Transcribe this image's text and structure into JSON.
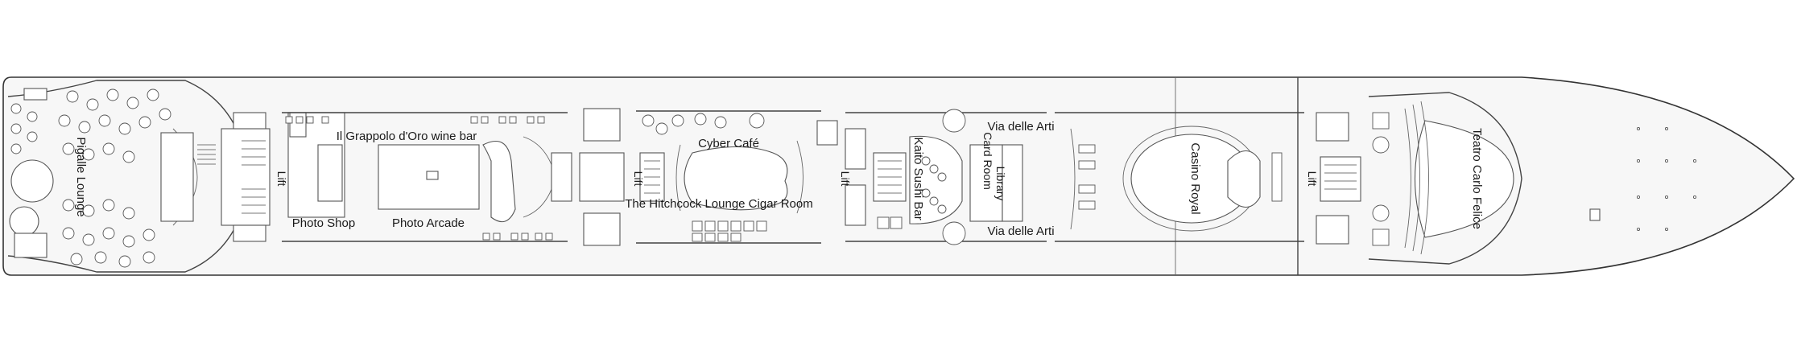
{
  "deck_plan": {
    "labels": {
      "pigalle_lounge": "Pigalle Lounge",
      "lift_1": "Lift",
      "photo_shop": "Photo Shop",
      "grappolo": "Il Grappolo d'Oro wine bar",
      "photo_arcade": "Photo Arcade",
      "lift_2": "Lift",
      "cyber_cafe": "Cyber Café",
      "hitchcock": "The Hitchcock Lounge Cigar Room",
      "lift_3": "Lift",
      "kaito": "Kaito Sushi Bar",
      "card_room": "Card Room",
      "library": "Library",
      "via_arti_top": "Via delle Arti",
      "via_arti_bottom": "Via delle Arti",
      "casino": "Casino Royal",
      "lift_4": "Lift",
      "teatro": "Teatro Carlo Felice"
    }
  }
}
